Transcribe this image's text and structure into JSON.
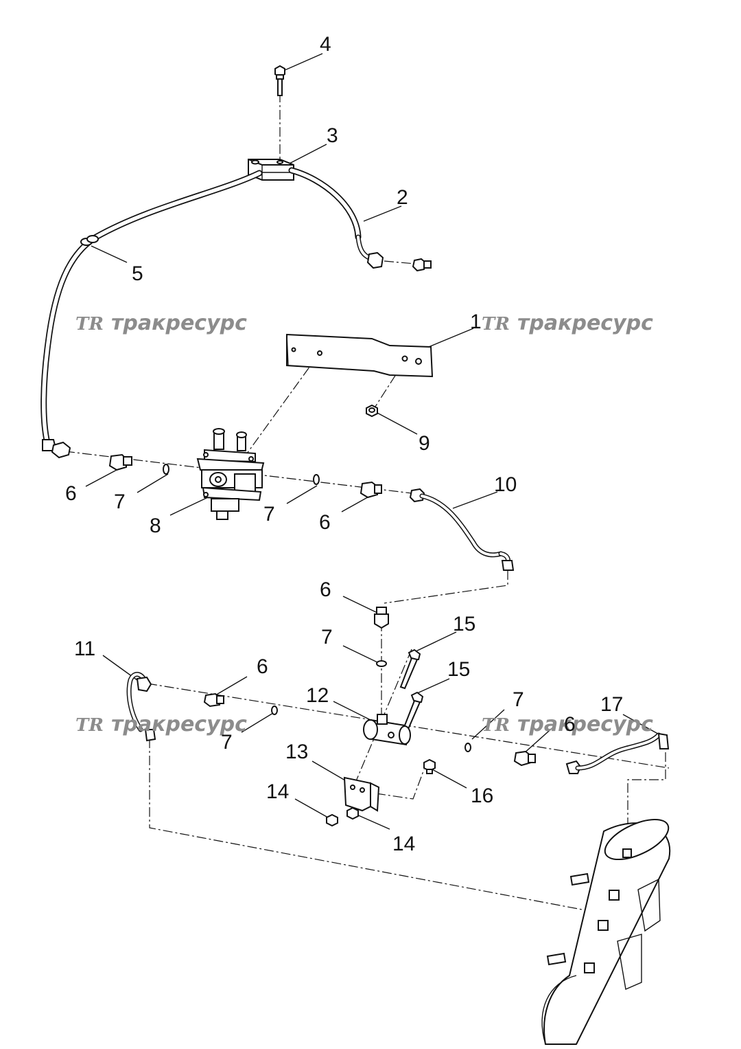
{
  "watermark": {
    "logo": "TR",
    "text": "тракресурс"
  },
  "callouts": {
    "c1": "1",
    "c2": "2",
    "c3": "3",
    "c4": "4",
    "c5": "5",
    "c6a": "6",
    "c6b": "6",
    "c6c": "6",
    "c6d": "6",
    "c6e": "6",
    "c7a": "7",
    "c7b": "7",
    "c7c": "7",
    "c7d": "7",
    "c7e": "7",
    "c8": "8",
    "c9": "9",
    "c10": "10",
    "c11": "11",
    "c12": "12",
    "c13": "13",
    "c14a": "14",
    "c14b": "14",
    "c15a": "15",
    "c15b": "15",
    "c16": "16",
    "c17": "17"
  }
}
